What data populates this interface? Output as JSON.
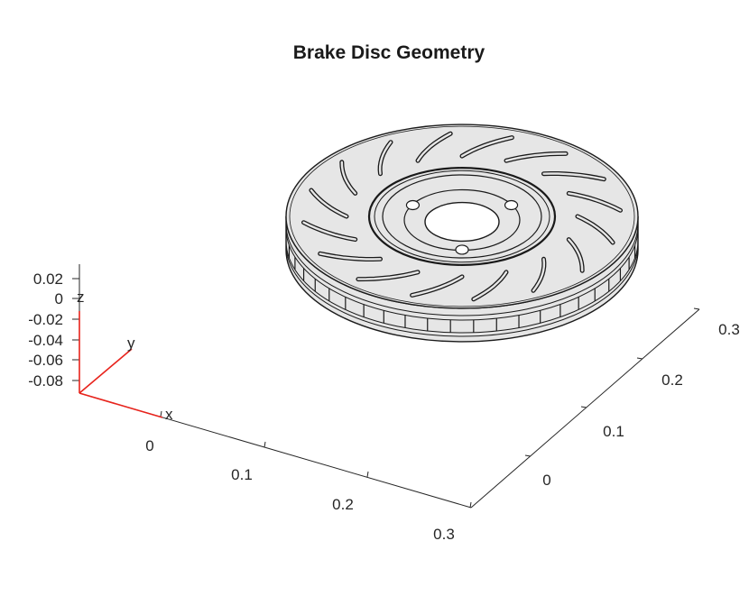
{
  "figure": {
    "title": "Brake Disc Geometry",
    "axes": {
      "x_ticks": [
        "0",
        "0.1",
        "0.2",
        "0.3"
      ],
      "y_ticks": [
        "0",
        "0.1",
        "0.2",
        "0.3"
      ],
      "z_ticks": [
        "0.02",
        "0",
        "-0.02",
        "-0.04",
        "-0.06",
        "-0.08"
      ]
    },
    "triad": {
      "x_label": "x",
      "y_label": "y",
      "z_label": "z",
      "color": "#e8231c"
    },
    "model": {
      "name": "brake-disc",
      "face_color": "#e6e6e6",
      "edge_color": "#1a1a1a",
      "curved_slot_count": 16,
      "mounting_hole_count": 3
    }
  }
}
